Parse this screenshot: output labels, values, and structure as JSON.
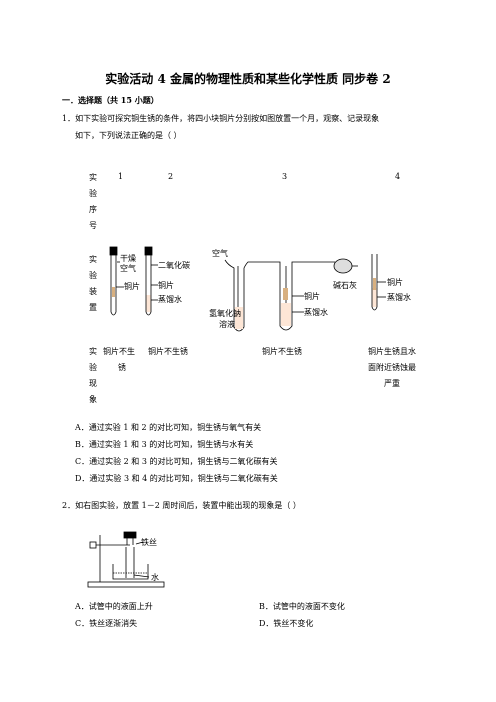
{
  "title": "实验活动 4 金属的物理性质和某些化学性质  同步卷 2",
  "section": "一．选择题（共 15 小题）",
  "q1": {
    "stem_line1": "1．如下实验可探究铜生锈的条件，将四小块铜片分别按如图放置一个月，观察、记录现象",
    "stem_line2": "如下，下列说法正确的是（        ）",
    "row_label_seq": [
      "实",
      "验",
      "序",
      "号"
    ],
    "row_label_setup": [
      "实",
      "验",
      "装",
      "置"
    ],
    "row_label_phen": [
      "实",
      "验",
      "现",
      "象"
    ],
    "numbers": [
      "1",
      "2",
      "3",
      "4"
    ],
    "apparatus": {
      "a1": [
        "干燥",
        "空气",
        "铜片"
      ],
      "a2": [
        "二氧化碳",
        "铜片",
        "蒸馏水"
      ],
      "a3_top": "空气",
      "a3": [
        "氢氧化钠",
        "溶液",
        "铜片",
        "蒸馏水",
        "碱石灰"
      ],
      "a4": [
        "铜片",
        "蒸馏水"
      ]
    },
    "phenomena": {
      "p1_line1": "铜片不生",
      "p1_line2": "锈",
      "p2": "铜片不生锈",
      "p3": "铜片不生锈",
      "p4_line1": "铜片生锈且水",
      "p4_line2": "面附近锈蚀最",
      "p4_line3": "严重"
    },
    "options": [
      "A．通过实验 1 和 2 的对比可知，铜生锈与氧气有关",
      "B．通过实验 1 和 3 的对比可知，铜生锈与水有关",
      "C．通过实验 2 和 3 的对比可知，铜生锈与二氧化碳有关",
      "D．通过实验 3 和 4 的对比可知，铜生锈与二氧化碳有关"
    ]
  },
  "q2": {
    "stem": "2．如右图实验，放置 1－2 周时间后，装置中能出现的现象是（        ）",
    "labels": [
      "铁丝",
      "水"
    ],
    "options": [
      "A．试管中的液面上升",
      "B．试管中的液面不变化",
      "C．铁丝逐渐消失",
      "D．铁丝不变化"
    ]
  }
}
